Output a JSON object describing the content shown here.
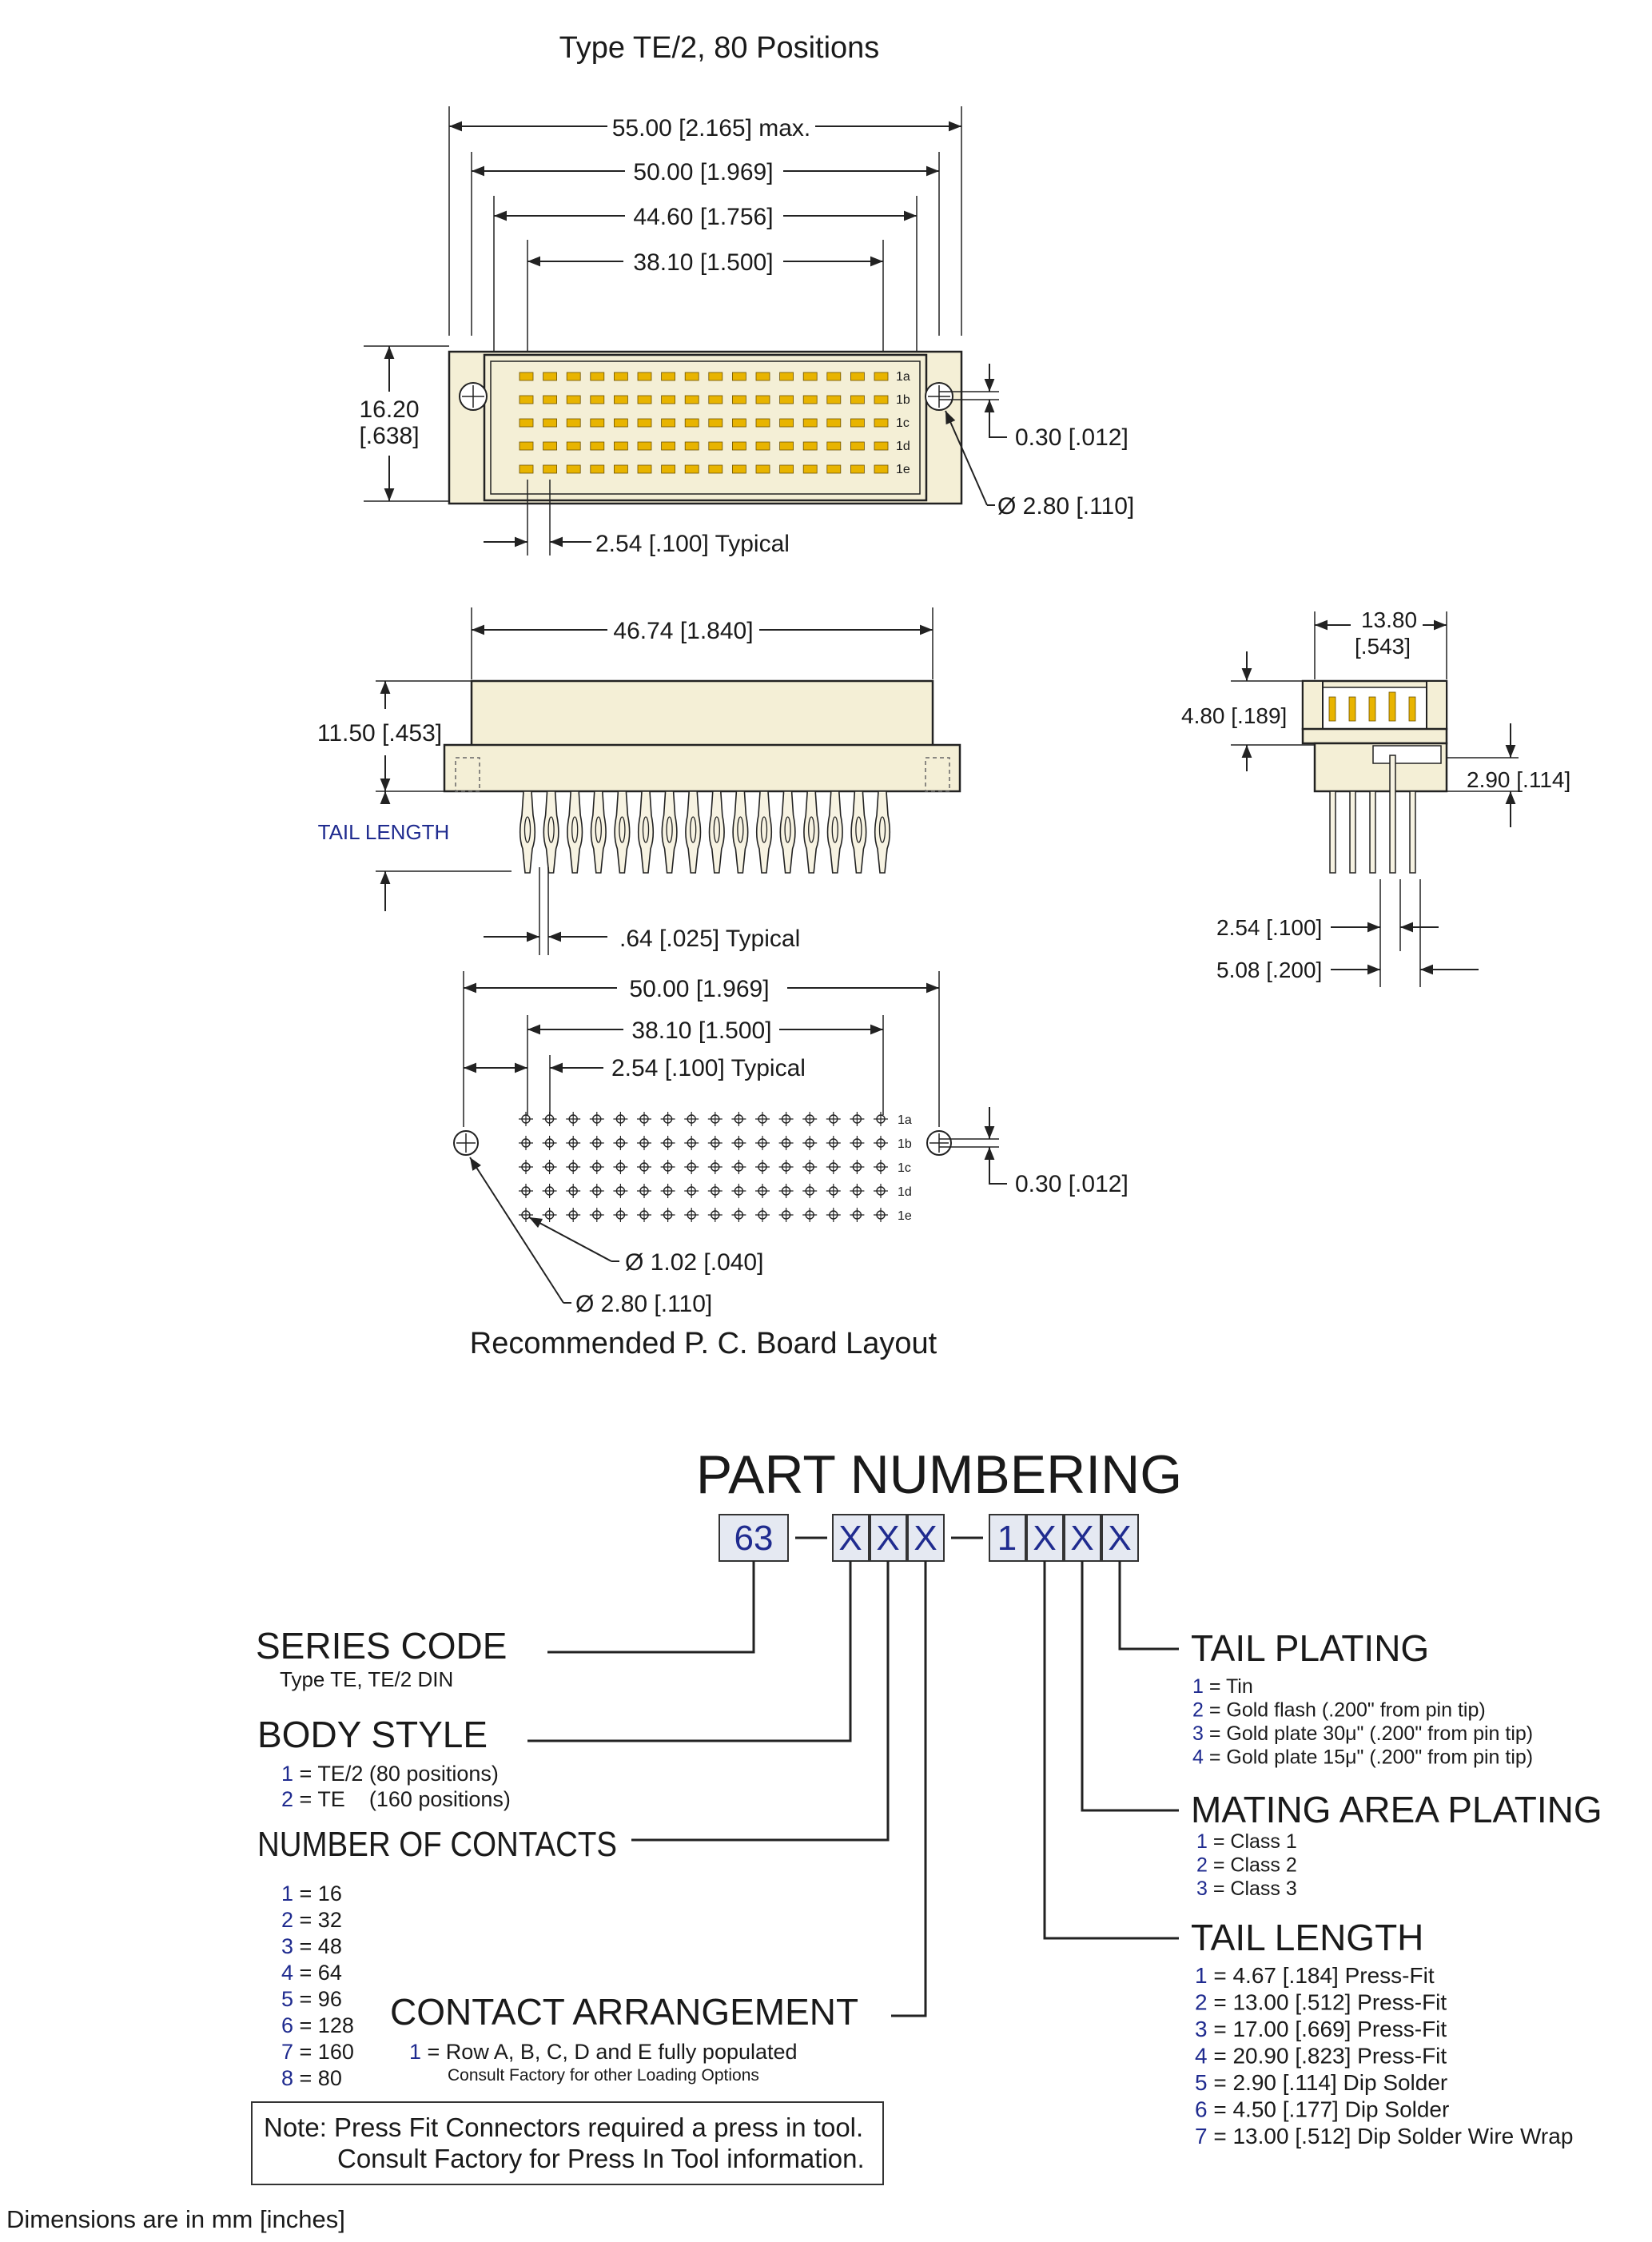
{
  "top_view": {
    "title": "Type TE/2, 80 Positions",
    "dim_overall": "55.00 [2.165] max.",
    "dim_mount": "50.00 [1.969]",
    "dim_body_inner": "44.60 [1.756]",
    "dim_pin_span": "38.10 [1.500]",
    "dim_height_mm": "16.20",
    "dim_height_in": "[.638]",
    "dim_offset": "0.30 [.012]",
    "dim_hole": "Ø 2.80 [.110]",
    "dim_pitch": "2.54 [.100] Typical",
    "row_labels": [
      "1a",
      "1b",
      "1c",
      "1d",
      "1e"
    ]
  },
  "side_view": {
    "dim_width": "46.74 [1.840]",
    "dim_height": "11.50 [.453]",
    "tail_length_label": "TAIL LENGTH",
    "dim_pin_width": ".64 [.025] Typical"
  },
  "end_view": {
    "dim_width_mm": "13.80",
    "dim_width_in": "[.543]",
    "dim_upper": "4.80 [.189]",
    "dim_lower": "2.90 [.114]",
    "dim_pitch_1": "2.54 [.100]",
    "dim_pitch_2": "5.08 [.200]"
  },
  "pcb_layout": {
    "dim_mount": "50.00 [1.969]",
    "dim_pin_span": "38.10 [1.500]",
    "dim_pitch": "2.54 [.100] Typical",
    "dim_offset": "0.30 [.012]",
    "dim_pin_hole": "Ø 1.02 [.040]",
    "dim_mount_hole": "Ø 2.80 [.110]",
    "caption": "Recommended P. C. Board Layout",
    "row_labels": [
      "1a",
      "1b",
      "1c",
      "1d",
      "1e"
    ]
  },
  "part_numbering": {
    "title": "PART NUMBERING",
    "boxes": [
      "63",
      "X",
      "X",
      "X",
      "1",
      "X",
      "X",
      "X"
    ],
    "series_code": {
      "heading": "SERIES CODE",
      "sub": "Type TE, TE/2 DIN"
    },
    "body_style": {
      "heading": "BODY STYLE",
      "options": [
        {
          "code": "1",
          "text": " = TE/2 (80 positions)"
        },
        {
          "code": "2",
          "text": " = TE    (160 positions)"
        }
      ]
    },
    "number_of_contacts": {
      "heading": "NUMBER OF CONTACTS",
      "options": [
        {
          "code": "1",
          "text": " = 16"
        },
        {
          "code": "2",
          "text": " = 32"
        },
        {
          "code": "3",
          "text": " = 48"
        },
        {
          "code": "4",
          "text": " = 64"
        },
        {
          "code": "5",
          "text": " = 96"
        },
        {
          "code": "6",
          "text": " = 128"
        },
        {
          "code": "7",
          "text": " = 160"
        },
        {
          "code": "8",
          "text": " = 80"
        }
      ]
    },
    "contact_arrangement": {
      "heading": "CONTACT ARRANGEMENT",
      "code": "1",
      "text": " = Row A, B, C, D and E fully populated",
      "sub": "Consult Factory for other Loading Options"
    },
    "tail_plating": {
      "heading": "TAIL PLATING",
      "options": [
        {
          "code": "1",
          "text": " = Tin"
        },
        {
          "code": "2",
          "text": " = Gold flash (.200\" from pin tip)"
        },
        {
          "code": "3",
          "text": " = Gold plate 30μ\" (.200\" from pin tip)"
        },
        {
          "code": "4",
          "text": " = Gold plate 15μ\" (.200\" from pin tip)"
        }
      ]
    },
    "mating_area_plating": {
      "heading": "MATING AREA PLATING",
      "options": [
        {
          "code": "1",
          "text": " = Class 1"
        },
        {
          "code": "2",
          "text": " = Class 2"
        },
        {
          "code": "3",
          "text": " = Class 3"
        }
      ]
    },
    "tail_length": {
      "heading": "TAIL LENGTH",
      "options": [
        {
          "code": "1",
          "text": " = 4.67   [.184]  Press-Fit"
        },
        {
          "code": "2",
          "text": " = 13.00 [.512]  Press-Fit"
        },
        {
          "code": "3",
          "text": " = 17.00 [.669]  Press-Fit"
        },
        {
          "code": "4",
          "text": " = 20.90 [.823]  Press-Fit"
        },
        {
          "code": "5",
          "text": " = 2.90   [.114]  Dip Solder"
        },
        {
          "code": "6",
          "text": " = 4.50   [.177]  Dip Solder"
        },
        {
          "code": "7",
          "text": " = 13.00 [.512]  Dip Solder Wire Wrap"
        }
      ]
    },
    "note_line1": "Note: Press Fit Connectors required a press in tool.",
    "note_line2": "Consult Factory for Press In Tool information."
  },
  "footer": "Dimensions are in mm [inches]",
  "colors": {
    "body": "#f4efd6",
    "pin": "#e8b400",
    "code_blue": "#1f2b8f",
    "box_fill": "#e5e9f2"
  }
}
